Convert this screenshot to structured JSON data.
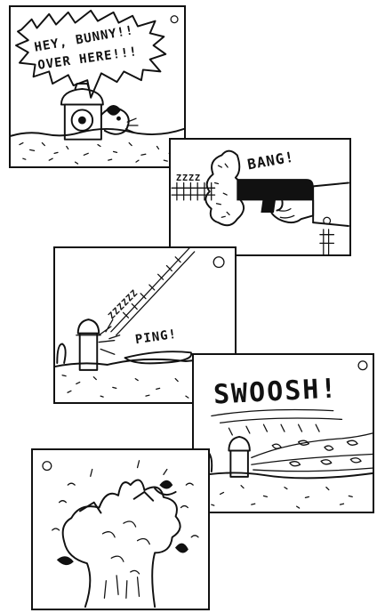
{
  "panels": [
    {
      "id": 1,
      "speech": [
        "HEY, BUNNY!!",
        "OVER HERE!!!"
      ]
    },
    {
      "id": 2,
      "sfx": [
        "ZZZZ",
        "BANG!"
      ]
    },
    {
      "id": 3,
      "sfx": [
        "ZZZZZZ",
        "PING!"
      ]
    },
    {
      "id": 4,
      "sfx": [
        "SWOOSH!"
      ]
    },
    {
      "id": 5
    }
  ]
}
